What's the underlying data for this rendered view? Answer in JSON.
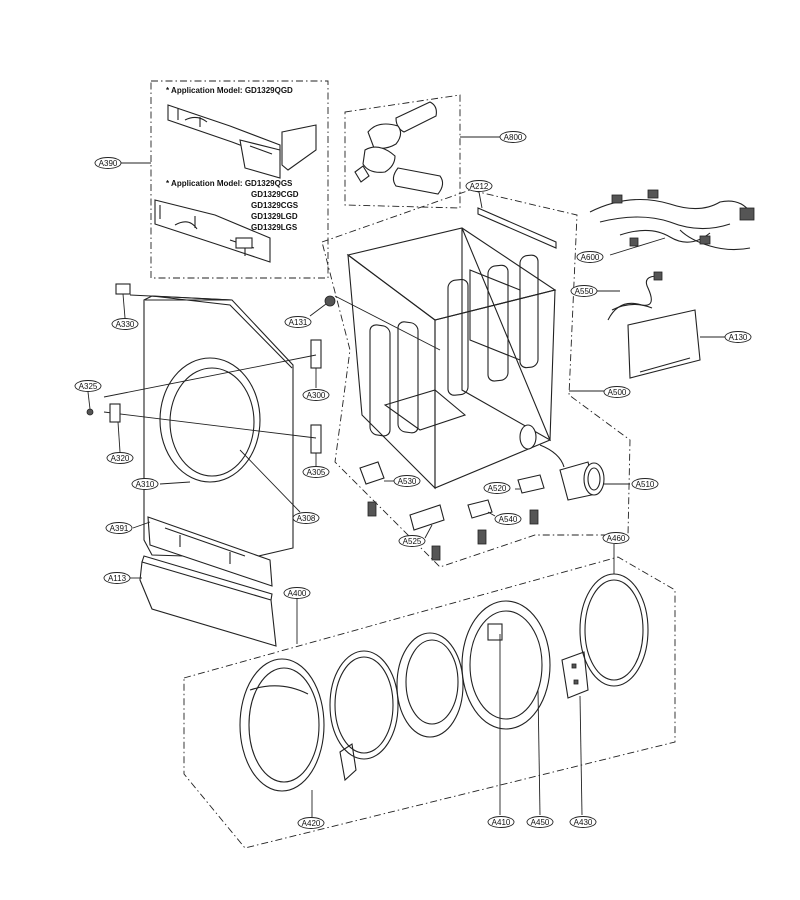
{
  "notes": {
    "n1": "* Application Model: GD1329QGD",
    "n2_head": "* Application Model: GD1329QGS",
    "n2_models": [
      "GD1329CGD",
      "GD1329CGS",
      "GD1329LGD",
      "GD1329LGS"
    ]
  },
  "callouts": [
    {
      "id": "A390",
      "text": "A390"
    },
    {
      "id": "A800",
      "text": "A800"
    },
    {
      "id": "A212",
      "text": "A212"
    },
    {
      "id": "A600",
      "text": "A600"
    },
    {
      "id": "A550",
      "text": "A550"
    },
    {
      "id": "A130",
      "text": "A130"
    },
    {
      "id": "A330",
      "text": "A330"
    },
    {
      "id": "A131",
      "text": "A131"
    },
    {
      "id": "A325",
      "text": "A325"
    },
    {
      "id": "A300",
      "text": "A300"
    },
    {
      "id": "A500",
      "text": "A500"
    },
    {
      "id": "A320",
      "text": "A320"
    },
    {
      "id": "A305",
      "text": "A305"
    },
    {
      "id": "A310",
      "text": "A310"
    },
    {
      "id": "A530",
      "text": "A530"
    },
    {
      "id": "A520",
      "text": "A520"
    },
    {
      "id": "A510",
      "text": "A510"
    },
    {
      "id": "A308",
      "text": "A308"
    },
    {
      "id": "A540",
      "text": "A540"
    },
    {
      "id": "A391",
      "text": "A391"
    },
    {
      "id": "A525",
      "text": "A525"
    },
    {
      "id": "A460",
      "text": "A460"
    },
    {
      "id": "A113",
      "text": "A113"
    },
    {
      "id": "A400",
      "text": "A400"
    },
    {
      "id": "A420",
      "text": "A420"
    },
    {
      "id": "A410",
      "text": "A410"
    },
    {
      "id": "A450",
      "text": "A450"
    },
    {
      "id": "A430",
      "text": "A430"
    }
  ]
}
